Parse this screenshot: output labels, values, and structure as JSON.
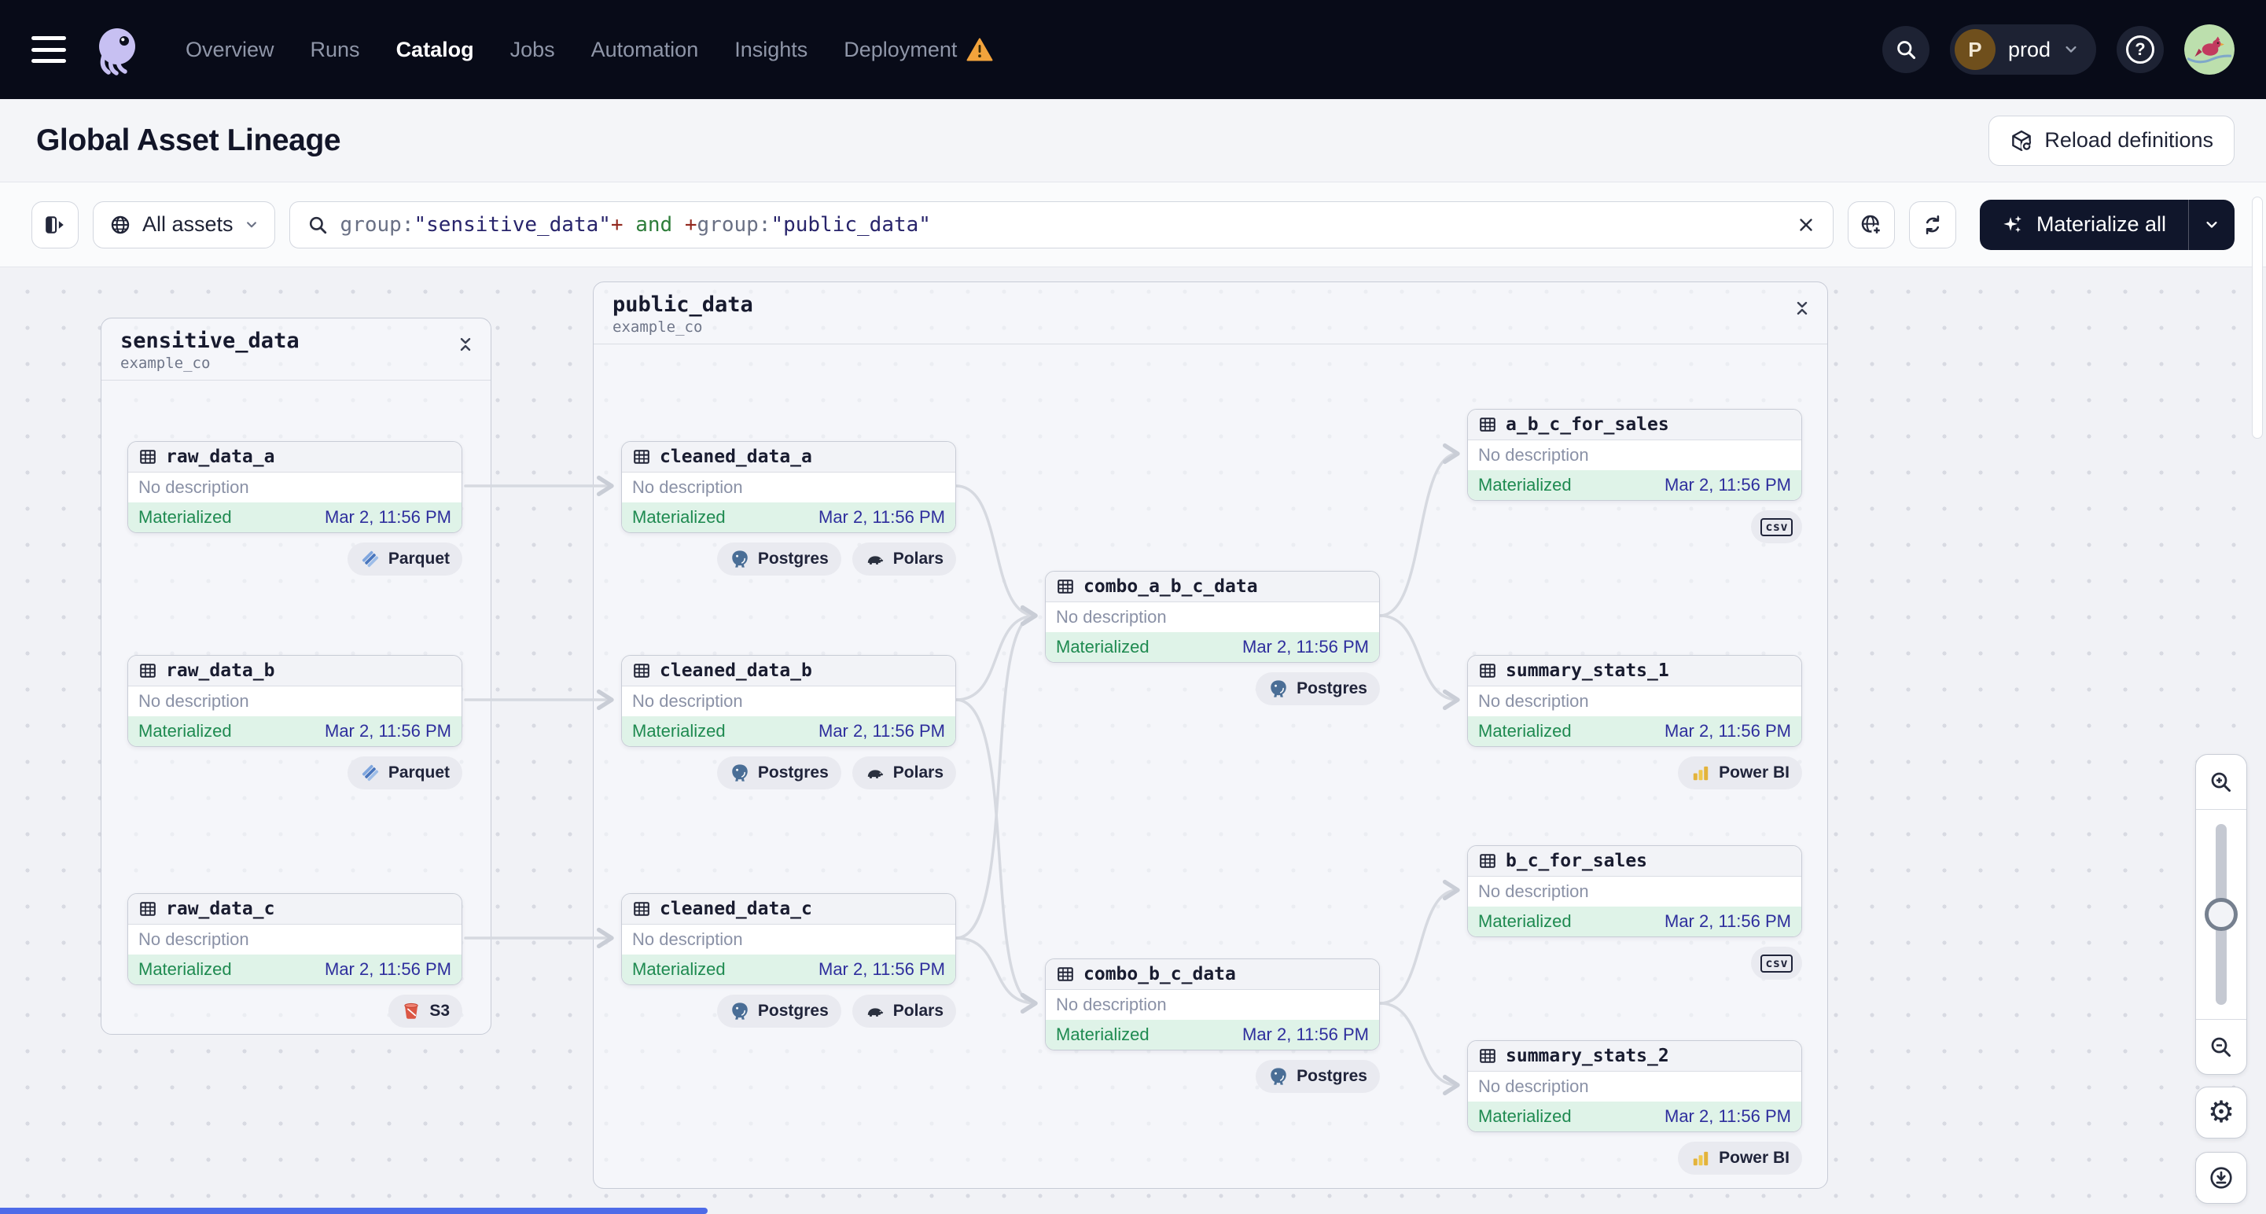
{
  "topbar": {
    "nav_items": [
      "Overview",
      "Runs",
      "Catalog",
      "Jobs",
      "Automation",
      "Insights",
      "Deployment"
    ],
    "active_item": "Catalog",
    "deployment_has_warning": true,
    "env": {
      "initial": "P",
      "name": "prod"
    }
  },
  "header": {
    "title": "Global Asset Lineage",
    "reload_button_label": "Reload definitions"
  },
  "toolbar": {
    "scope_button_label": "All assets",
    "materialize_button_label": "Materialize all",
    "query_segments": [
      {
        "text": "group:",
        "color": "#697084"
      },
      {
        "text": "\"sensitive_data\"",
        "color": "#28246B"
      },
      {
        "text": "+",
        "color": "#93291F"
      },
      {
        "text": " and ",
        "color": "#2E7D3A"
      },
      {
        "text": "+",
        "color": "#93291F"
      },
      {
        "text": "group:",
        "color": "#697084"
      },
      {
        "text": "\"public_data\"",
        "color": "#28246B"
      }
    ]
  },
  "graph": {
    "groups": [
      {
        "name": "sensitive_data",
        "location": "example_co"
      },
      {
        "name": "public_data",
        "location": "example_co"
      }
    ],
    "nodes": [
      {
        "name": "raw_data_a",
        "description": "No description",
        "status": "Materialized",
        "timestamp": "Mar 2, 11:56 PM",
        "badges": [
          "Parquet"
        ]
      },
      {
        "name": "raw_data_b",
        "description": "No description",
        "status": "Materialized",
        "timestamp": "Mar 2, 11:56 PM",
        "badges": [
          "Parquet"
        ]
      },
      {
        "name": "raw_data_c",
        "description": "No description",
        "status": "Materialized",
        "timestamp": "Mar 2, 11:56 PM",
        "badges": [
          "S3"
        ]
      },
      {
        "name": "cleaned_data_a",
        "description": "No description",
        "status": "Materialized",
        "timestamp": "Mar 2, 11:56 PM",
        "badges": [
          "Postgres",
          "Polars"
        ]
      },
      {
        "name": "cleaned_data_b",
        "description": "No description",
        "status": "Materialized",
        "timestamp": "Mar 2, 11:56 PM",
        "badges": [
          "Postgres",
          "Polars"
        ]
      },
      {
        "name": "cleaned_data_c",
        "description": "No description",
        "status": "Materialized",
        "timestamp": "Mar 2, 11:56 PM",
        "badges": [
          "Postgres",
          "Polars"
        ]
      },
      {
        "name": "combo_a_b_c_data",
        "description": "No description",
        "status": "Materialized",
        "timestamp": "Mar 2, 11:56 PM",
        "badges": [
          "Postgres"
        ]
      },
      {
        "name": "combo_b_c_data",
        "description": "No description",
        "status": "Materialized",
        "timestamp": "Mar 2, 11:56 PM",
        "badges": [
          "Postgres"
        ]
      },
      {
        "name": "a_b_c_for_sales",
        "description": "No description",
        "status": "Materialized",
        "timestamp": "Mar 2, 11:56 PM",
        "badges": [
          "csv"
        ]
      },
      {
        "name": "summary_stats_1",
        "description": "No description",
        "status": "Materialized",
        "timestamp": "Mar 2, 11:56 PM",
        "badges": [
          "Power BI"
        ]
      },
      {
        "name": "b_c_for_sales",
        "description": "No description",
        "status": "Materialized",
        "timestamp": "Mar 2, 11:56 PM",
        "badges": [
          "csv"
        ]
      },
      {
        "name": "summary_stats_2",
        "description": "No description",
        "status": "Materialized",
        "timestamp": "Mar 2, 11:56 PM",
        "badges": [
          "Power BI"
        ]
      }
    ]
  },
  "colors": {
    "topbar_bg": "#080B18",
    "materialized_bg": "#DFF3E8",
    "materialized_text": "#1E8A50",
    "timestamp_text": "#2E2E9D",
    "edge": "#D6D9E0",
    "warning": "#F2A33C",
    "scroll_accent": "#4E6BE8"
  }
}
